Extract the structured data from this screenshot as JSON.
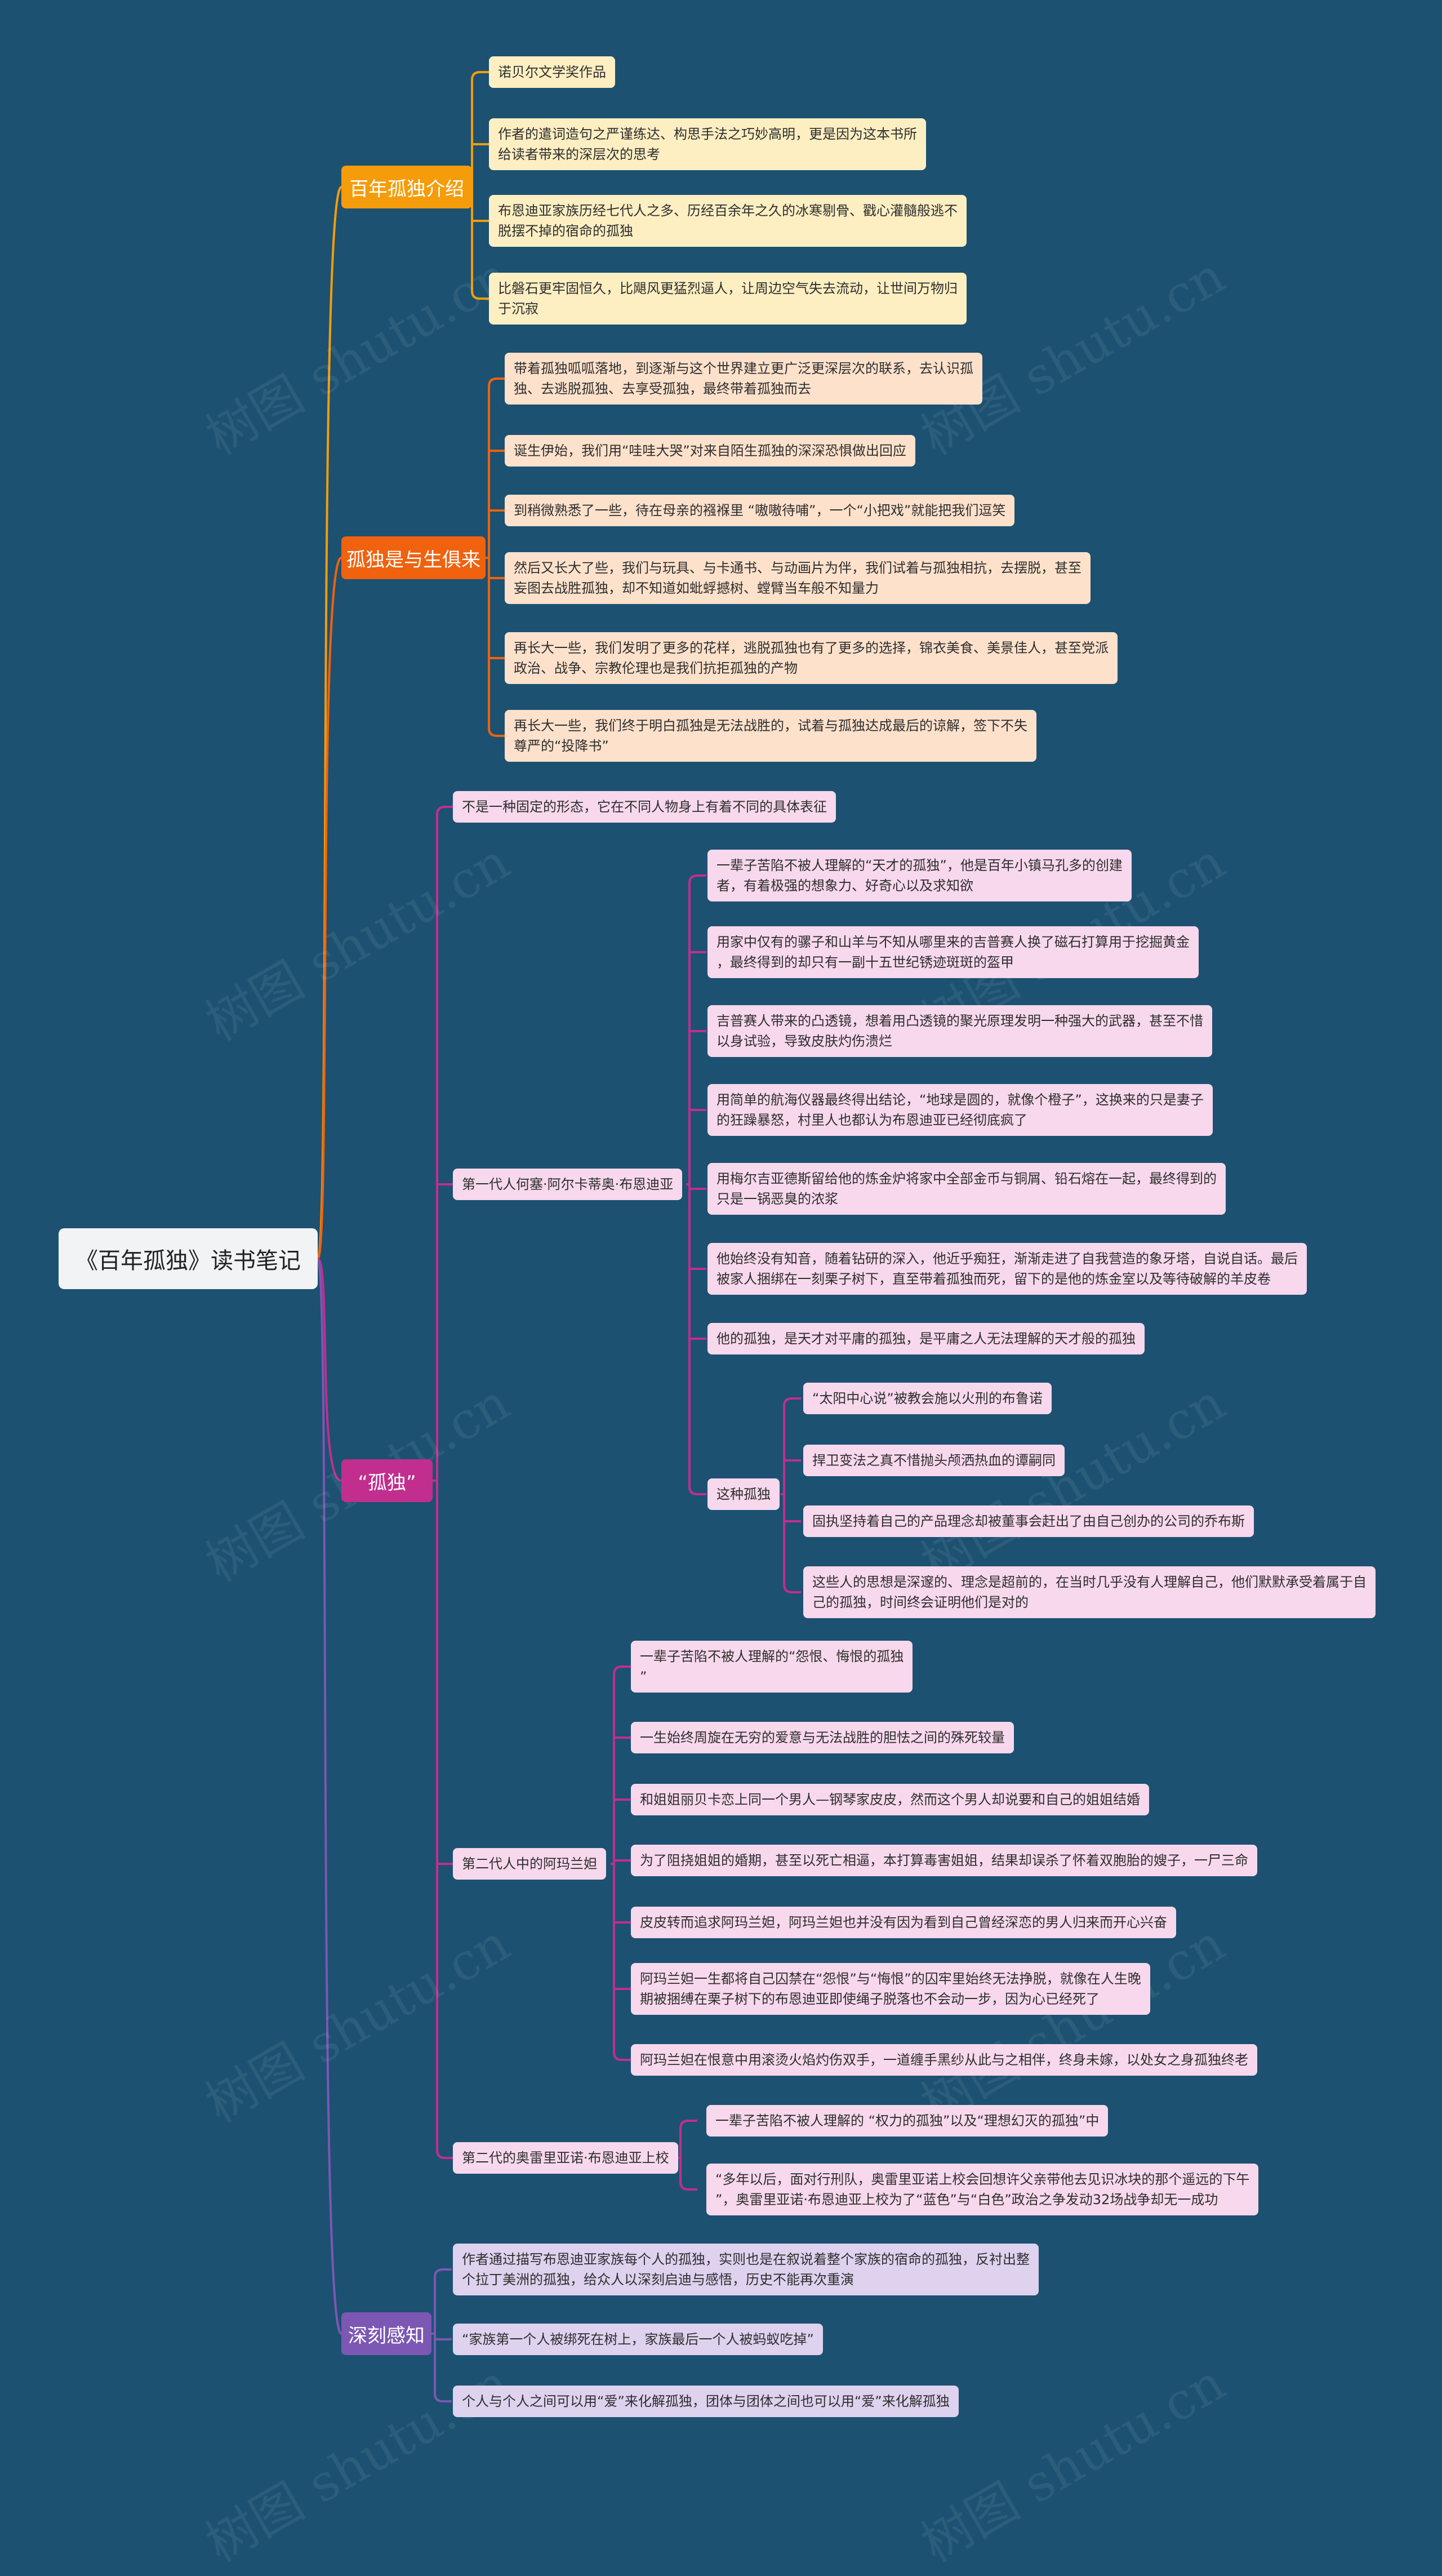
{
  "root": {
    "title": "《百年孤独》读书笔记"
  },
  "colors": {
    "background": "#1c5171",
    "intro": "#f59c0b",
    "born": "#f0620e",
    "lonely": "#c12e8e",
    "feeling": "#7c57b3",
    "leaf_orange": "#fdefc2",
    "leaf_red": "#fde1cb",
    "leaf_pink": "#f7d8ec",
    "leaf_purple": "#ded2ef"
  },
  "watermark": "树图 shutu.cn",
  "branches": {
    "intro": {
      "title": "百年孤独介绍",
      "items": [
        [
          "诺贝尔文学奖作品"
        ],
        [
          "作者的遣词造句之严谨练达、构思手法之巧妙高明，更是因为这本书所",
          "给读者带来的深层次的思考"
        ],
        [
          "布恩迪亚家族历经七代人之多、历经百余年之久的冰寒剔骨、戳心灌髓般逃不",
          "脱摆不掉的宿命的孤独"
        ],
        [
          "比磐石更牢固恒久，比飓风更猛烈逼人，让周边空气失去流动，让世间万物归",
          "于沉寂"
        ]
      ]
    },
    "born": {
      "title": "孤独是与生俱来",
      "items": [
        [
          "带着孤独呱呱落地，到逐渐与这个世界建立更广泛更深层次的联系，去认识孤",
          "独、去逃脱孤独、去享受孤独，最终带着孤独而去"
        ],
        [
          "诞生伊始，我们用“哇哇大哭”对来自陌生孤独的深深恐惧做出回应"
        ],
        [
          "到稍微熟悉了一些，待在母亲的襁褓里 “嗷嗷待哺”，一个“小把戏”就能把我们逗笑"
        ],
        [
          "然后又长大了些，我们与玩具、与卡通书、与动画片为伴，我们试着与孤独相抗，去摆脱，甚至",
          "妄图去战胜孤独，却不知道如蚍蜉撼树、螳臂当车般不知量力"
        ],
        [
          "再长大一些，我们发明了更多的花样，逃脱孤独也有了更多的选择，锦衣美食、美景佳人，甚至党派",
          "政治、战争、宗教伦理也是我们抗拒孤独的产物"
        ],
        [
          "再长大一些，我们终于明白孤独是无法战胜的，试着与孤独达成最后的谅解，签下不失",
          "尊严的“投降书”"
        ]
      ]
    },
    "lonely": {
      "title": "“孤独”",
      "intro": [
        "不是一种固定的形态，它在不同人物身上有着不同的具体表征"
      ],
      "gen1": {
        "title": "第一代人何塞·阿尔卡蒂奥·布恩迪亚",
        "items": [
          [
            "一辈子苦陷不被人理解的“天才的孤独”，他是百年小镇马孔多的创建",
            "者，有着极强的想象力、好奇心以及求知欲"
          ],
          [
            "用家中仅有的骡子和山羊与不知从哪里来的吉普赛人换了磁石打算用于挖掘黄金",
            "，最终得到的却只有一副十五世纪锈迹斑斑的盔甲"
          ],
          [
            "吉普赛人带来的凸透镜，想着用凸透镜的聚光原理发明一种强大的武器，甚至不惜",
            "以身试验，导致皮肤灼伤溃烂"
          ],
          [
            "用简单的航海仪器最终得出结论，“地球是圆的，就像个橙子”，这换来的只是妻子",
            "的狂躁暴怒，村里人也都认为布恩迪亚已经彻底疯了"
          ],
          [
            "用梅尔吉亚德斯留给他的炼金炉将家中全部金币与铜屑、铅石熔在一起，最终得到的",
            "只是一锅恶臭的浓浆"
          ],
          [
            "他始终没有知音，随着钻研的深入，他近乎痴狂，渐渐走进了自我营造的象牙塔，自说自话。最后",
            "被家人捆绑在一刻栗子树下，直至带着孤独而死，留下的是他的炼金室以及等待破解的羊皮卷"
          ],
          [
            "他的孤独，是天才对平庸的孤独，是平庸之人无法理解的天才般的孤独"
          ]
        ],
        "kind": {
          "title": "这种孤独",
          "items": [
            [
              "“太阳中心说”被教会施以火刑的布鲁诺"
            ],
            [
              "捍卫变法之真不惜抛头颅洒热血的谭嗣同"
            ],
            [
              "固执坚持着自己的产品理念却被董事会赶出了由自己创办的公司的乔布斯"
            ],
            [
              "这些人的思想是深邃的、理念是超前的，在当时几乎没有人理解自己，他们默默承受着属于自",
              "己的孤独，时间终会证明他们是对的"
            ]
          ]
        }
      },
      "gen2a": {
        "title": "第二代人中的阿玛兰妲",
        "items": [
          [
            "一辈子苦陷不被人理解的“怨恨、悔恨的孤独",
            "”"
          ],
          [
            "一生始终周旋在无穷的爱意与无法战胜的胆怯之间的殊死较量"
          ],
          [
            "和姐姐丽贝卡恋上同一个男人—钢琴家皮皮，然而这个男人却说要和自己的姐姐结婚"
          ],
          [
            "为了阻挠姐姐的婚期，甚至以死亡相逼，本打算毒害姐姐，结果却误杀了怀着双胞胎的嫂子，一尸三命"
          ],
          [
            "皮皮转而追求阿玛兰妲，阿玛兰妲也并没有因为看到自己曾经深恋的男人归来而开心兴奋"
          ],
          [
            "阿玛兰妲一生都将自己囚禁在“怨恨”与“悔恨”的囚牢里始终无法挣脱，就像在人生晚",
            "期被捆缚在栗子树下的布恩迪亚即使绳子脱落也不会动一步，因为心已经死了"
          ],
          [
            "阿玛兰妲在恨意中用滚烫火焰灼伤双手，一道缠手黑纱从此与之相伴，终身未嫁，以处女之身孤独终老"
          ]
        ]
      },
      "gen2b": {
        "title": "第二代的奥雷里亚诺·布恩迪亚上校",
        "items": [
          [
            "一辈子苦陷不被人理解的 “权力的孤独”以及“理想幻灭的孤独”中"
          ],
          [
            "“多年以后，面对行刑队，奥雷里亚诺上校会回想许父亲带他去见识冰块的那个遥远的下午",
            "”，奥雷里亚诺·布恩迪亚上校为了“蓝色”与“白色”政治之争发动32场战争却无一成功"
          ]
        ]
      }
    },
    "feeling": {
      "title": "深刻感知",
      "items": [
        [
          "作者通过描写布恩迪亚家族每个人的孤独，实则也是在叙说着整个家族的宿命的孤独，反衬出整",
          "个拉丁美洲的孤独，给众人以深刻启迪与感悟，历史不能再次重演"
        ],
        [
          "“家族第一个人被绑死在树上，家族最后一个人被蚂蚁吃掉”"
        ],
        [
          "个人与个人之间可以用“爱”来化解孤独，团体与团体之间也可以用“爱”来化解孤独"
        ]
      ]
    }
  }
}
